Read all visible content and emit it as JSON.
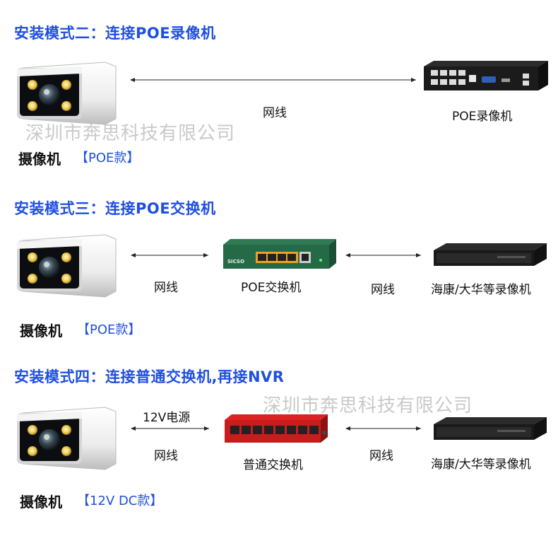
{
  "section2": {
    "heading": "安装模式二：连接POE录像机",
    "link_label": "网线",
    "device_label": "POE录像机",
    "camera_title": "摄像机",
    "camera_tag": "【POE款】"
  },
  "section3": {
    "heading": "安装模式三：连接POE交换机",
    "link1_label": "网线",
    "switch_label": "POE交换机",
    "switch_brand": "SICSO",
    "link2_label": "网线",
    "recorder_label": "海康/大华等录像机",
    "camera_title": "摄像机",
    "camera_tag": "【POE款】"
  },
  "section4": {
    "heading": "安装模式四：连接普通交换机,再接NVR",
    "power_label": "12V电源",
    "link1_label": "网线",
    "switch_label": "普通交换机",
    "link2_label": "网线",
    "recorder_label": "海康/大华等录像机",
    "camera_title": "摄像机",
    "camera_tag": "【12V DC款】"
  },
  "watermark": "深圳市奔思科技有限公司",
  "colors": {
    "accent": "#1f4fe0",
    "watermark": "#c9c9c9"
  }
}
